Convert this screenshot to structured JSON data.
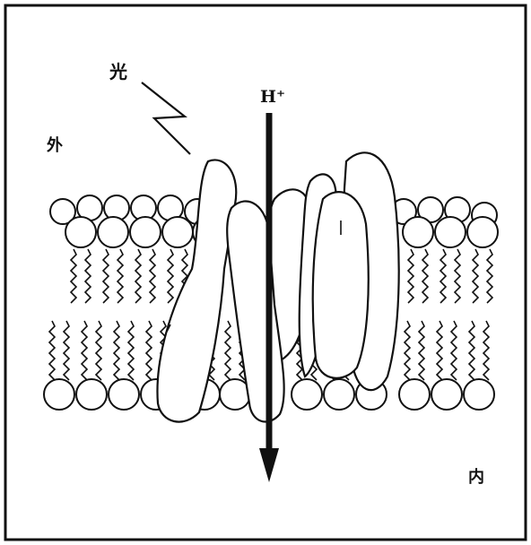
{
  "labels": {
    "light": "光",
    "proton": "H⁺",
    "outside": "外",
    "inside": "内"
  },
  "colors": {
    "ink": "#111111",
    "paper": "#ffffff"
  }
}
